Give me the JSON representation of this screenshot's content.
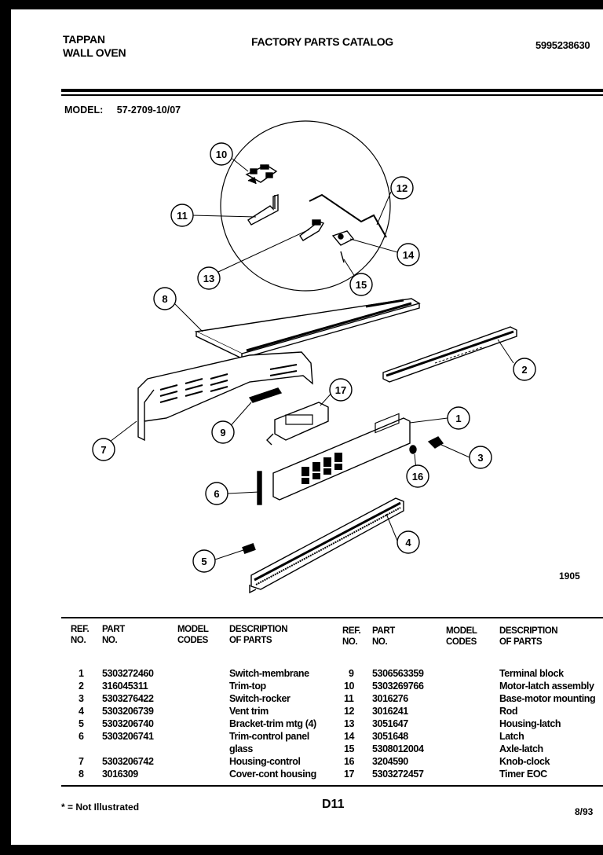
{
  "header": {
    "brand_line1": "TAPPAN",
    "brand_line2": "WALL OVEN",
    "catalog_title": "FACTORY PARTS CATALOG",
    "catalog_number": "5995238630",
    "model_label": "MODEL:",
    "model_value": "57-2709-10/07"
  },
  "diagram": {
    "callouts": [
      "1",
      "2",
      "3",
      "4",
      "5",
      "6",
      "7",
      "8",
      "9",
      "10",
      "11",
      "12",
      "13",
      "14",
      "15",
      "16",
      "17"
    ],
    "figure_number": "1905"
  },
  "table": {
    "headers": {
      "ref_no_1": "REF.",
      "ref_no_2": "NO.",
      "part_no_1": "PART",
      "part_no_2": "NO.",
      "model_codes_1": "MODEL",
      "model_codes_2": "CODES",
      "description_1": "DESCRIPTION",
      "description_2": "OF PARTS"
    },
    "left_rows": [
      {
        "ref": "1",
        "part": "5303272460",
        "desc": "Switch-membrane"
      },
      {
        "ref": "2",
        "part": "316045311",
        "desc": "Trim-top"
      },
      {
        "ref": "3",
        "part": "5303276422",
        "desc": "Switch-rocker"
      },
      {
        "ref": "4",
        "part": "5303206739",
        "desc": "Vent trim"
      },
      {
        "ref": "5",
        "part": "5303206740",
        "desc": "Bracket-trim mtg (4)"
      },
      {
        "ref": "6",
        "part": "5303206741",
        "desc": "Trim-control panel",
        "desc2": "glass"
      },
      {
        "ref": "7",
        "part": "5303206742",
        "desc": "Housing-control"
      },
      {
        "ref": "8",
        "part": "3016309",
        "desc": "Cover-cont housing"
      }
    ],
    "right_rows": [
      {
        "ref": "9",
        "part": "5306563359",
        "desc": "Terminal block"
      },
      {
        "ref": "10",
        "part": "5303269766",
        "desc": "Motor-latch assembly"
      },
      {
        "ref": "11",
        "part": "3016276",
        "desc": "Base-motor mounting"
      },
      {
        "ref": "12",
        "part": "3016241",
        "desc": "Rod"
      },
      {
        "ref": "13",
        "part": "3051647",
        "desc": "Housing-latch"
      },
      {
        "ref": "14",
        "part": "3051648",
        "desc": "Latch"
      },
      {
        "ref": "15",
        "part": "5308012004",
        "desc": "Axle-latch"
      },
      {
        "ref": "16",
        "part": "3204590",
        "desc": "Knob-clock"
      },
      {
        "ref": "17",
        "part": "5303272457",
        "desc": "Timer EOC"
      }
    ]
  },
  "footer": {
    "note": "* = Not Illustrated",
    "page_code": "D11",
    "date": "8/93"
  }
}
